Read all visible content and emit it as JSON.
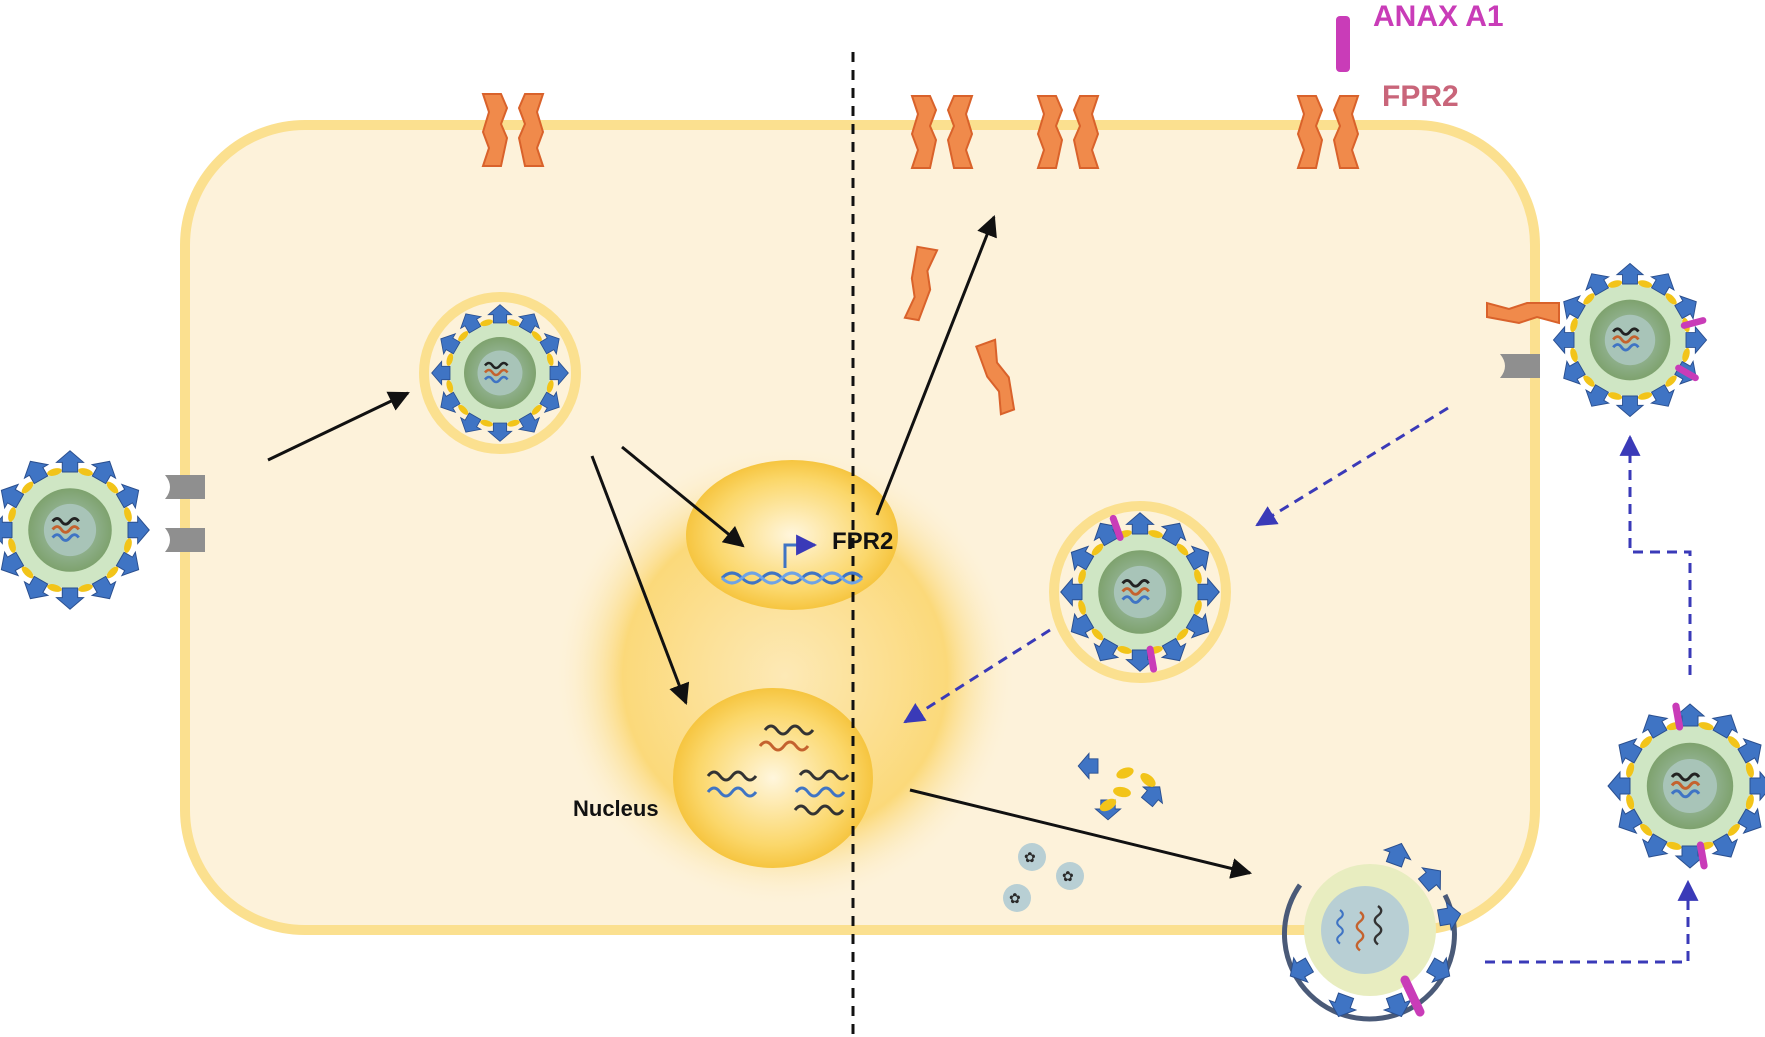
{
  "labels": {
    "anax": "ANAX A1",
    "fpr2_receptor": "FPR2",
    "fpr2_gene": "FPR2",
    "nucleus": "Nucleus"
  },
  "colors": {
    "cell_fill": "#fdf2da",
    "cell_border": "#fbe08f",
    "nucleus_glow": "#f8c93a",
    "receptor_fill": "#f08a4b",
    "receptor_stroke": "#d9622b",
    "anax_color": "#c93cb8",
    "fpr2_label_color": "#c9657a",
    "spike_blue": "#3f74c4",
    "bead_yellow": "#f2c419",
    "virion_core": "#7ea26e",
    "virion_outer": "#cfe6c4",
    "dashed_arrow": "#3a3ab8",
    "receptor_grey": "#8f8f8f"
  },
  "icons": [
    "virion-icon",
    "fpr2-receptor-icon",
    "anax-a1-icon",
    "grey-receptor-icon",
    "dna-icon",
    "rna-strand-icon",
    "endosome-icon"
  ]
}
